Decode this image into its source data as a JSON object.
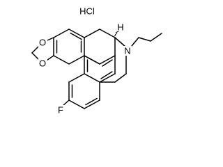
{
  "salt": "HCl",
  "atoms": {
    "o_top": "O",
    "o_bottom": "O",
    "n": "N",
    "h_stereo": "H",
    "f": "F"
  },
  "colors": {
    "ink": "#000000",
    "background": "#ffffff"
  }
}
